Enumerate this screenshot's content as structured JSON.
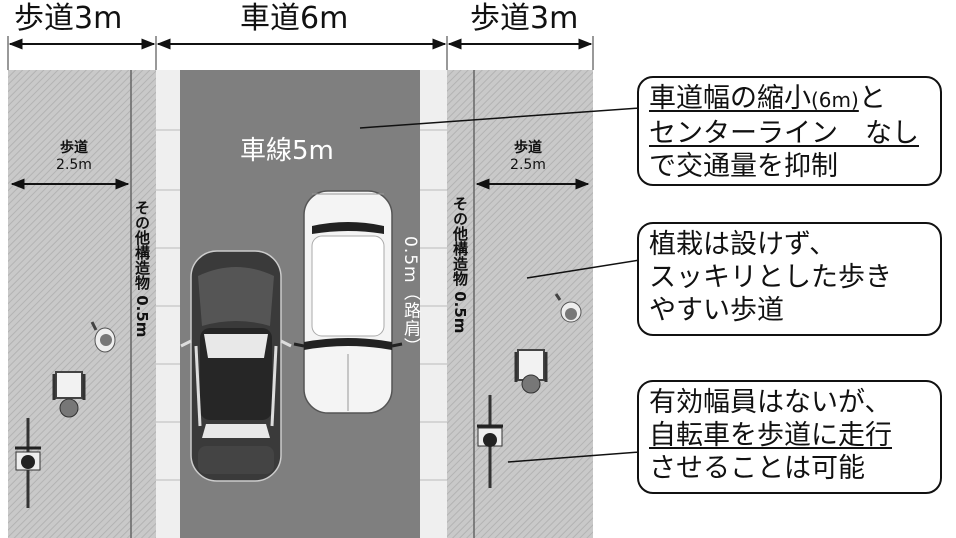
{
  "dimensions": {
    "left_sidewalk": "歩道3m",
    "roadway": "車道6m",
    "right_sidewalk": "歩道3m"
  },
  "left_side": {
    "sidewalk_label": "歩道",
    "sidewalk_width": "2.5m",
    "other_structure": "その他構造物 0.5m"
  },
  "right_side": {
    "sidewalk_label": "歩道",
    "sidewalk_width": "2.5m",
    "other_structure": "その他構造物 0.5m"
  },
  "road": {
    "lane_label": "車線5m",
    "shoulder_label": "0.5m（路肩）"
  },
  "callouts": {
    "c1": {
      "line1_a": "車道幅の縮小",
      "line1_b": "(6m)",
      "line1_c": "と",
      "line2": "センターライン　なし",
      "line3": "で交通量を抑制"
    },
    "c2": {
      "line1": "植栽は設けず、",
      "line2": "スッキリとした歩き",
      "line3": "やすい歩道"
    },
    "c3": {
      "line1": "有効幅員はないが、",
      "line2": "自転車を歩道に走行",
      "line3": "させることは可能"
    }
  },
  "colors": {
    "roadway": "#7f7f7f",
    "sidewalk": "#c4c4c4",
    "curb": "#ececec",
    "dark_car": "#3a3a3a",
    "light_car": "#f4f4f4"
  }
}
